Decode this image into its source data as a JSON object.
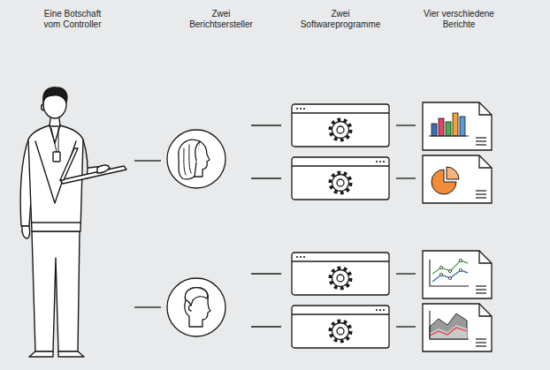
{
  "diagram": {
    "labels": [
      "Eine Botschaft vom Controller",
      "Zwei Berichtsersteller",
      "Zwei Softwareprogramme",
      "Vier verschiedene Berichte"
    ]
  }
}
